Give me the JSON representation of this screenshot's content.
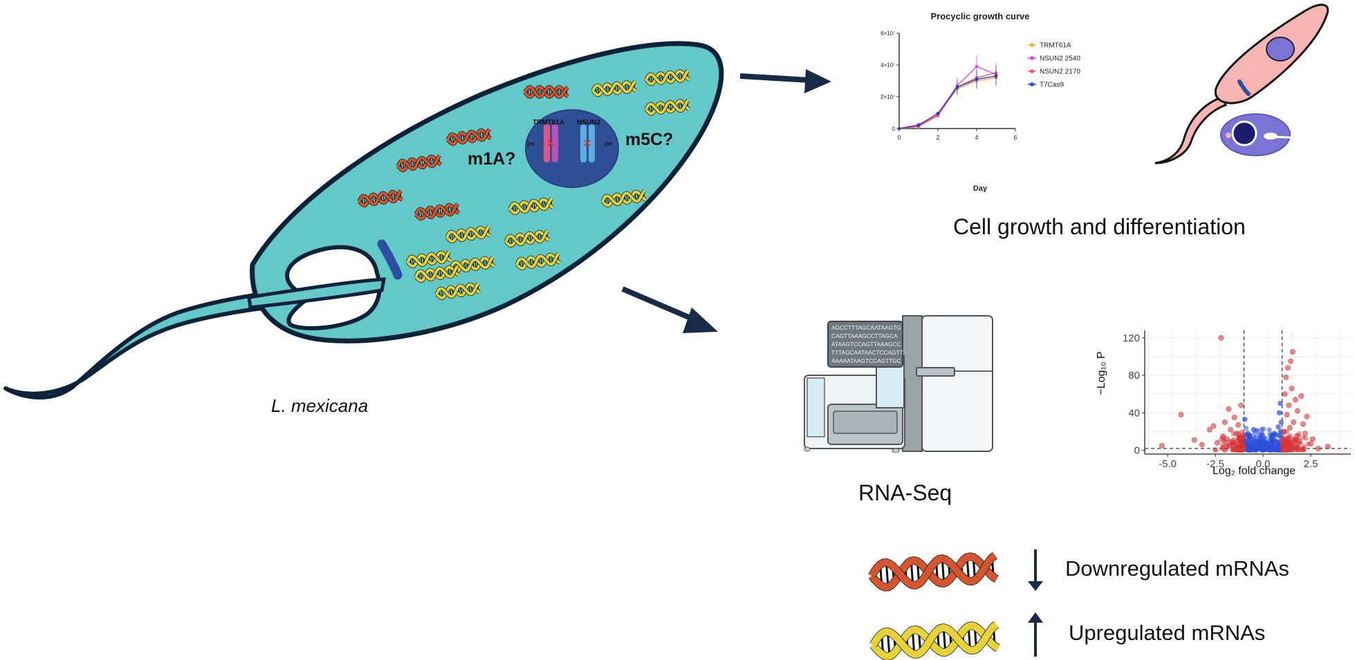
{
  "cell": {
    "species": "L. mexicana",
    "mod_left": "m1A?",
    "mod_right": "m5C?",
    "gene_a": "TRMT61A",
    "gene_b": "NSUN2"
  },
  "growth": {
    "caption": "Cell growth and differentiation",
    "chart_data": {
      "type": "line",
      "title": "Procyclic growth curve",
      "xlabel": "Day",
      "ylabel": "",
      "x": [
        0,
        1,
        2,
        3,
        4,
        5
      ],
      "xlim": [
        0,
        6
      ],
      "ylim": [
        0,
        60000000
      ],
      "x_ticks": [
        "0",
        "2",
        "4",
        "6"
      ],
      "y_ticks": [
        "0",
        "2×10⁷",
        "4×10⁷",
        "6×10⁷"
      ],
      "legend_position": "right",
      "series": [
        {
          "name": "TRMT61A",
          "color": "#f0a830",
          "values": [
            0,
            1000000,
            9000000,
            25000000,
            30000000,
            32000000
          ]
        },
        {
          "name": "NSUN2 2540",
          "color": "#e040e8",
          "values": [
            0,
            2500000,
            9000000,
            27000000,
            39000000,
            34000000
          ]
        },
        {
          "name": "NSUN2 2170",
          "color": "#e8508a",
          "values": [
            0,
            1500000,
            8000000,
            26000000,
            32000000,
            35000000
          ]
        },
        {
          "name": "T7Cas9",
          "color": "#2a3ab8",
          "values": [
            0,
            2000000,
            9500000,
            26000000,
            31000000,
            33000000
          ]
        }
      ]
    }
  },
  "rnaseq": {
    "caption": "RNA-Seq",
    "sequencer_text": [
      "AGCCTTTAGCAATAAGTG",
      "CAGTTAAAGCCTTAGCA",
      "ATAAGTCCAGTTAAAGCC",
      "TTTAGCAATAACTCCAGTT",
      "AAAAATAAGTCCAGTTGC"
    ]
  },
  "volcano": {
    "chart_data": {
      "type": "scatter",
      "xlabel": "Log₂ fold change",
      "ylabel": "−Log₁₀ P",
      "xlim": [
        -6.2,
        4.6
      ],
      "ylim": [
        -4,
        128
      ],
      "x_ticks": [
        "-5.0",
        "-2.5",
        "0.0",
        "2.5"
      ],
      "y_ticks": [
        "0",
        "40",
        "80",
        "120"
      ],
      "fc_threshold": [
        -1,
        1
      ],
      "p_threshold": 2,
      "colors": {
        "significant": "#d9363a",
        "not_significant": "#2b50d8"
      },
      "points_significant": [
        [
          -5.3,
          5
        ],
        [
          -4.3,
          38
        ],
        [
          -3.6,
          11
        ],
        [
          -3.2,
          6
        ],
        [
          -2.8,
          22
        ],
        [
          -2.6,
          26
        ],
        [
          -2.4,
          8
        ],
        [
          -2.2,
          120
        ],
        [
          -2.1,
          15
        ],
        [
          -2.0,
          30
        ],
        [
          -1.9,
          12
        ],
        [
          -1.8,
          44
        ],
        [
          -1.7,
          22
        ],
        [
          -1.6,
          9
        ],
        [
          -1.5,
          35
        ],
        [
          -1.4,
          18
        ],
        [
          -1.3,
          27
        ],
        [
          -1.2,
          13
        ],
        [
          -1.15,
          48
        ],
        [
          -1.1,
          6
        ],
        [
          1.1,
          20
        ],
        [
          1.15,
          60
        ],
        [
          1.2,
          78
        ],
        [
          1.25,
          38
        ],
        [
          1.3,
          88
        ],
        [
          1.35,
          48
        ],
        [
          1.4,
          24
        ],
        [
          1.45,
          95
        ],
        [
          1.5,
          66
        ],
        [
          1.55,
          105
        ],
        [
          1.6,
          30
        ],
        [
          1.7,
          54
        ],
        [
          1.75,
          15
        ],
        [
          1.8,
          42
        ],
        [
          1.9,
          10
        ],
        [
          2.0,
          58
        ],
        [
          2.1,
          28
        ],
        [
          2.2,
          18
        ],
        [
          2.3,
          36
        ],
        [
          2.5,
          7
        ],
        [
          2.6,
          12
        ],
        [
          2.9,
          2
        ],
        [
          3.4,
          4
        ]
      ],
      "points_not_significant": [
        [
          -0.9,
          10
        ],
        [
          -0.8,
          4
        ],
        [
          -0.7,
          16
        ],
        [
          -0.6,
          7
        ],
        [
          -0.5,
          22
        ],
        [
          -0.45,
          2
        ],
        [
          -0.4,
          13
        ],
        [
          -0.3,
          5
        ],
        [
          -0.2,
          9
        ],
        [
          -0.1,
          3
        ],
        [
          0.0,
          1
        ],
        [
          0.1,
          4
        ],
        [
          0.2,
          8
        ],
        [
          0.3,
          3
        ],
        [
          0.4,
          11
        ],
        [
          0.5,
          6
        ],
        [
          0.6,
          18
        ],
        [
          0.7,
          9
        ],
        [
          0.8,
          25
        ],
        [
          0.85,
          40
        ],
        [
          0.9,
          50
        ],
        [
          0.95,
          30
        ],
        [
          -0.95,
          33
        ],
        [
          -0.85,
          17
        ]
      ]
    }
  },
  "legend": {
    "down_label": "Downregulated mRNAs",
    "up_label": "Upregulated mRNAs",
    "down_color": "#d4552e",
    "up_color": "#e6d33a"
  },
  "colors": {
    "cell_body": "#63c8c8",
    "cell_outline": "#0b2238",
    "nucleus": "#2f4f96",
    "arrow": "#172a48",
    "diff_cell": "#f6b5b2",
    "diff_nucleus": "#7b74d6"
  }
}
